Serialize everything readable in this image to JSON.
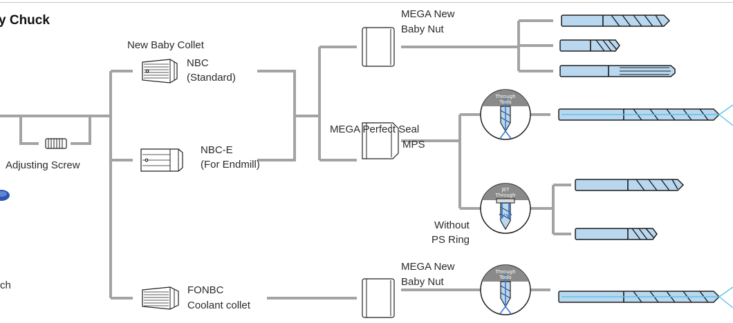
{
  "title": "y Chuck",
  "labels": {
    "adjusting_screw": "Adjusting Screw",
    "new_baby_collet": "New Baby Collet",
    "nbc_name": "NBC",
    "nbc_sub": "(Standard)",
    "nbce_name": "NBC-E",
    "nbce_sub": "(For Endmill)",
    "fonbc_name": "FONBC",
    "fonbc_sub": "Coolant collet",
    "nut_top_1": "MEGA New",
    "nut_top_2": "Baby Nut",
    "mps_1": "MEGA Perfect Seal",
    "mps_2": "MPS",
    "without_1": "Without",
    "without_2": "PS Ring",
    "nut_bottom_1": "MEGA New",
    "nut_bottom_2": "Baby Nut",
    "left_fragment": "ch"
  },
  "badges": {
    "through_1": "Through",
    "through_2": "Tools",
    "jet_1": "JET",
    "jet_2": "Through",
    "through_b_1": "Through",
    "through_b_2": "Tools"
  },
  "colors": {
    "line": "#a3a3a3",
    "tool_fill": "#b9d7ef",
    "tool_stroke": "#1d1d1d",
    "coolant": "#5bc3e8",
    "badge_dark": "#8a8a8a"
  }
}
